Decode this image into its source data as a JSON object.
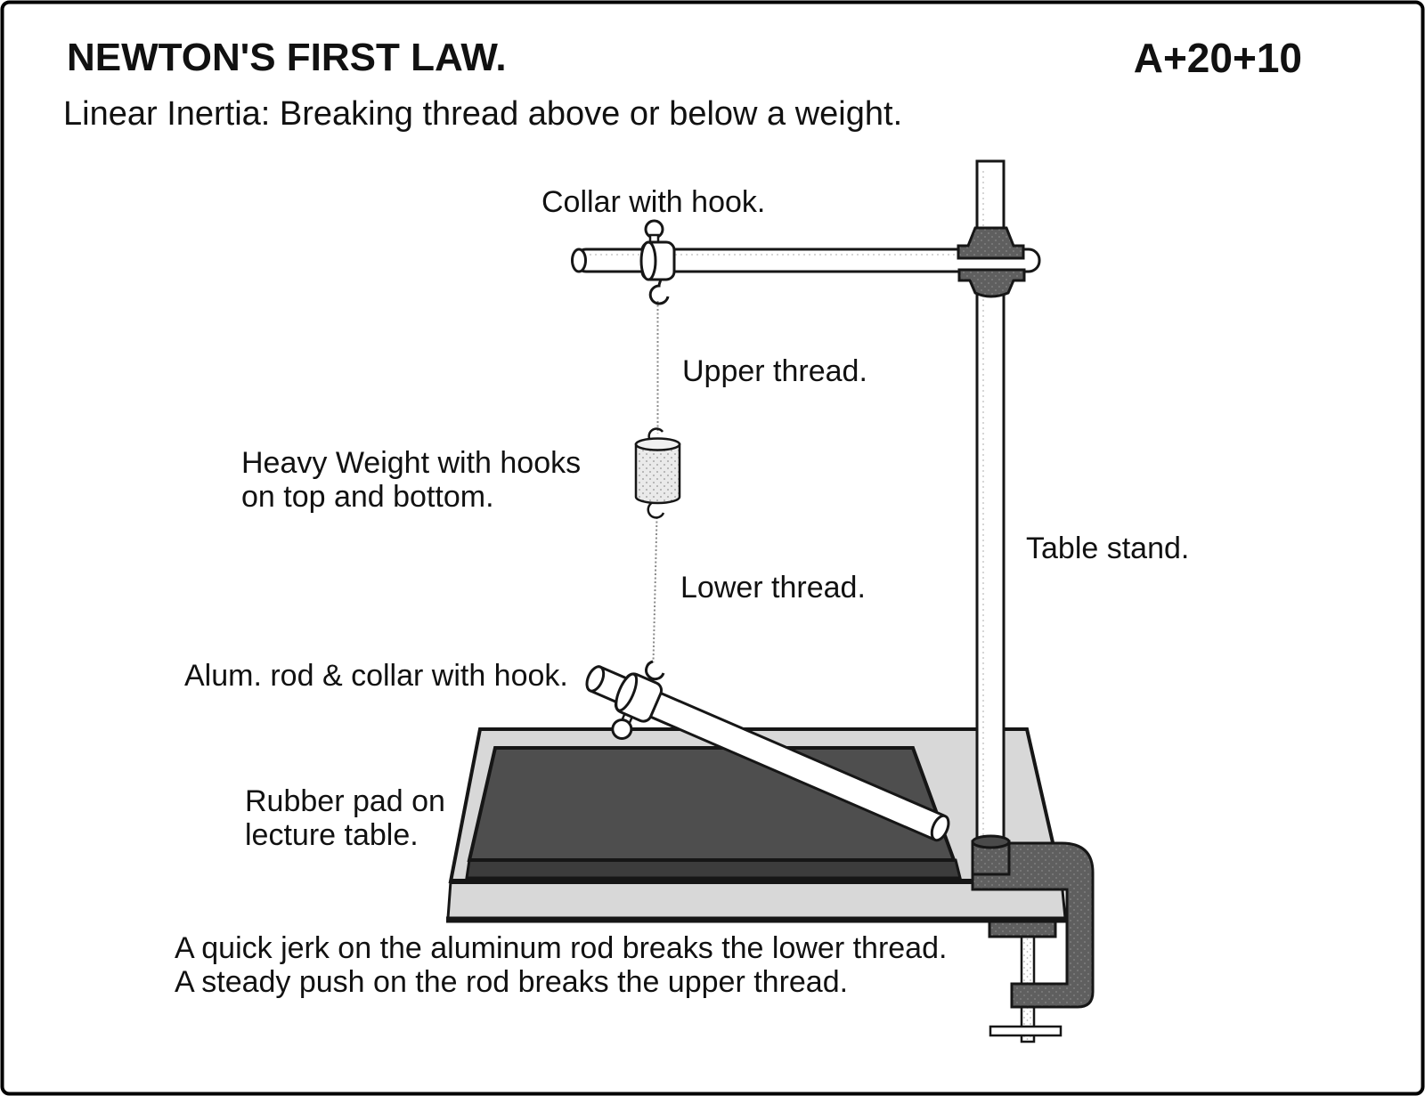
{
  "header": {
    "title": "NEWTON'S FIRST LAW.",
    "code": "A+20+10",
    "subtitle": "Linear Inertia: Breaking thread above or below a weight."
  },
  "labels": {
    "collar_hook": "Collar with hook.",
    "upper_thread": "Upper thread.",
    "heavy_weight_line1": "Heavy Weight with hooks",
    "heavy_weight_line2": "on top and bottom.",
    "table_stand": "Table stand.",
    "lower_thread": "Lower thread.",
    "alum_rod": "Alum. rod & collar with hook.",
    "rubber_pad_line1": "Rubber pad on",
    "rubber_pad_line2": "lecture table.",
    "caption_line1": "A quick jerk on the aluminum rod breaks the lower thread.",
    "caption_line2": "A steady push on the rod breaks the upper thread."
  },
  "colors": {
    "ink": "#161616",
    "background": "#ffffff",
    "table_gray": "#d8d8d8",
    "rubber_pad_dark": "#4e4e4e",
    "pad_edge_dark": "#3c3c3c",
    "clamp_gray": "#5f5f5f",
    "metal_white": "#ffffff",
    "weight_gray": "#eaeaea",
    "thread_gray": "#8a8a8a"
  }
}
